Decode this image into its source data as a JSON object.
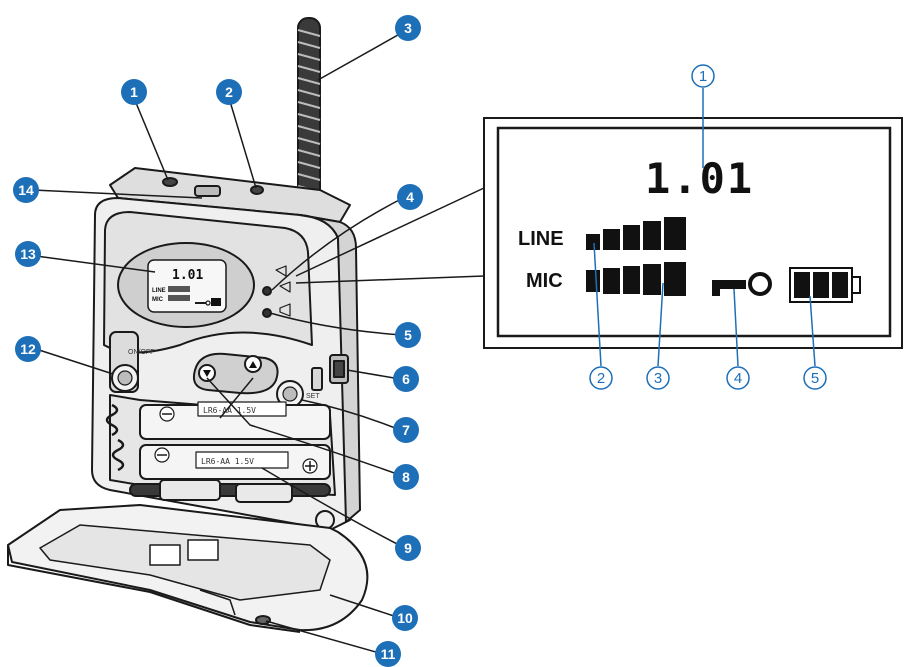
{
  "device_callouts": [
    "1",
    "2",
    "3",
    "4",
    "5",
    "6",
    "7",
    "8",
    "9",
    "10",
    "11",
    "12",
    "13",
    "14"
  ],
  "display": {
    "channel": "1.01",
    "line_label": "LINE",
    "mic_label": "MIC",
    "callouts": [
      "1",
      "2",
      "3",
      "4",
      "5"
    ]
  },
  "device_markings": {
    "cell_label_top": "LR6-AA 1.5V",
    "cell_label_bottom": "LR6-AA 1.5V",
    "button_left": "ON/OFF",
    "button_right": "SET",
    "mini_channel": "1.01",
    "mini_line": "LINE",
    "mini_mic": "MIC"
  },
  "colors": {
    "badge": "#1d6fb8",
    "line": "#1a1a1a",
    "body": "#e9e9e9"
  }
}
